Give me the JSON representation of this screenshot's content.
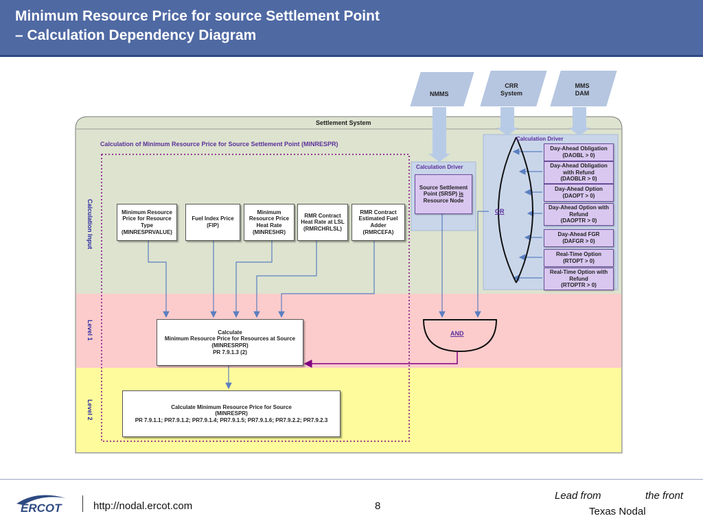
{
  "header": {
    "title_line1": "Minimum Resource Price for source Settlement Point",
    "title_line2": "– Calculation Dependency Diagram"
  },
  "systems": {
    "nmms": "NMMS",
    "crr_line1": "CRR",
    "crr_line2": "System",
    "mms_line1": "MMS",
    "mms_line2": "DAM"
  },
  "settlement": {
    "system_label": "Settlement System",
    "calc_title": "Calculation of Minimum Resource Price for Source Settlement Point (MINRESPR)"
  },
  "bands": {
    "input": "Calculation Input",
    "level1": "Level 1",
    "level2": "Level 2"
  },
  "inputs": [
    {
      "l1": "Minimum Resource",
      "l2": "Price for Resource",
      "l3": "Type",
      "l4": "(MINRESPRVALUE)"
    },
    {
      "l1": "Fuel Index Price",
      "l2": "(FIP)"
    },
    {
      "l1": "Minimum",
      "l2": "Resource Price",
      "l3": "Heat Rate",
      "l4": "(MINRESHR)"
    },
    {
      "l1": "RMR Contract",
      "l2": "Heat Rate at LSL",
      "l3": "(RMRCHRLSL)"
    },
    {
      "l1": "RMR Contract",
      "l2": "Estimated Fuel",
      "l3": "Adder",
      "l4": "(RMRCEFA)"
    }
  ],
  "level1_box": {
    "l1": "Calculate",
    "l2": "Minimum Resource Price for Resources at Source",
    "l3": "(MINRESRPR)",
    "l4": "PR 7.9.1.3 (2)"
  },
  "level2_box": {
    "l1": "Calculate Minimum Resource Price for Source",
    "l2": "(MINRESPR)",
    "l3": "PR 7.9.1.1; PR7.9.1.2; PR7.9.1.4; PR7.9.1.5; PR7.9.1.6; PR7.9.2.2; PR7.9.2.3"
  },
  "driver_srsp": {
    "title": "Calculation Driver",
    "l1": "Source Settlement",
    "l2_pre": "Point (SRSP) ",
    "l2_u": "is",
    "l3": "Resource Node"
  },
  "driver_right": {
    "title": "Calculation Driver",
    "items": [
      {
        "l1": "Day-Ahead Obligation",
        "l2": "(DAOBL > 0)"
      },
      {
        "l1": "Day-Ahead Obligation",
        "l2": "with Refund",
        "l3": "(DAOBLR > 0)"
      },
      {
        "l1": "Day-Ahead Option",
        "l2": "(DAOPT > 0)"
      },
      {
        "l1": "Day-Ahead Option with",
        "l2": "Refund",
        "l3": "(DAOPTR > 0)"
      },
      {
        "l1": "Day-Ahead FGR",
        "l2": "(DAFGR > 0)"
      },
      {
        "l1": "Real-Time Option",
        "l2": "(RTOPT > 0)"
      },
      {
        "l1": "Real-Time Option with",
        "l2": "Refund",
        "l3": "(RTOPTR > 0)"
      }
    ]
  },
  "gates": {
    "or": "OR",
    "and": "AND"
  },
  "footer": {
    "logo_text": "ERCOT",
    "url": "http://nodal.ercot.com",
    "page": "8",
    "tag1": "Lead from",
    "tag2": "the front",
    "tag3": "Texas Nodal"
  },
  "colors": {
    "header": "#4f69a3",
    "input_band": "#dde3cf",
    "level1_band": "#fccccc",
    "level2_band": "#fdfb9c",
    "driver_fill": "#d9c7f0",
    "arrow": "#5b7fc0",
    "gate_line": "#800080"
  }
}
